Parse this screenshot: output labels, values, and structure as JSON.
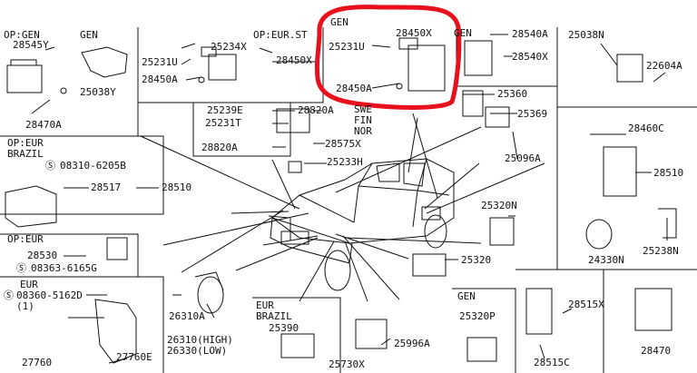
{
  "panels": {
    "top_left": {
      "tag": "OP:GEN",
      "parts": [
        "28545Y",
        "28470A"
      ]
    },
    "gen_bracket": {
      "tag": "GEN",
      "parts": [
        "25038Y"
      ]
    },
    "eur_st": {
      "tag": "OP:EUR.ST",
      "parts": [
        "25234X",
        "25231U",
        "28450X",
        "28450A"
      ]
    },
    "highlight_gen": {
      "tag": "GEN",
      "parts": [
        "28450X",
        "25231U",
        "28450A"
      ]
    },
    "gen_right": {
      "tag": "GEN",
      "parts": [
        "28540A",
        "28540X"
      ]
    },
    "far_right": {
      "parts": [
        "25038N",
        "22604A"
      ]
    },
    "relay_mid": {
      "parts": [
        "25239E",
        "28820A",
        "25231T",
        "28820A",
        "28575X",
        "25233H"
      ]
    },
    "swe": {
      "tag": "SWE\nFIN\nNOR"
    },
    "left_brazil": {
      "tag": "OP:EUR\nBRAZIL",
      "screw": "08310-6205B",
      "parts": [
        "28517",
        "28510"
      ]
    },
    "left_eur": {
      "tag": "OP:EUR",
      "screw": "08363-6165G",
      "parts": [
        "28530"
      ]
    },
    "bottom_left": {
      "tag": "EUR",
      "screw": "08360-5162D",
      "qty": "(1)",
      "parts": [
        "27760",
        "27760E"
      ]
    },
    "horn": {
      "parts": [
        "26310A",
        "26310(HIGH)",
        "26330(LOW)"
      ]
    },
    "eur_brazil_bottom": {
      "tag": "EUR\nBRAZIL",
      "parts": [
        "25390"
      ]
    },
    "bottom_relay": {
      "parts": [
        "25730X",
        "25996A"
      ]
    },
    "gen_bottom": {
      "tag": "GEN",
      "parts": [
        "25320P"
      ]
    },
    "bottom_right_mid": {
      "parts": [
        "28515X",
        "28515C"
      ]
    },
    "bottom_right": {
      "parts": [
        "28470"
      ]
    },
    "right_col": {
      "parts": [
        "25360",
        "25369",
        "25096A",
        "28460C",
        "28510",
        "25320N",
        "25320",
        "24330N",
        "25238N"
      ]
    }
  },
  "colors": {
    "ink": "#111111",
    "highlight": "#e8101c",
    "background": "#ffffff"
  }
}
